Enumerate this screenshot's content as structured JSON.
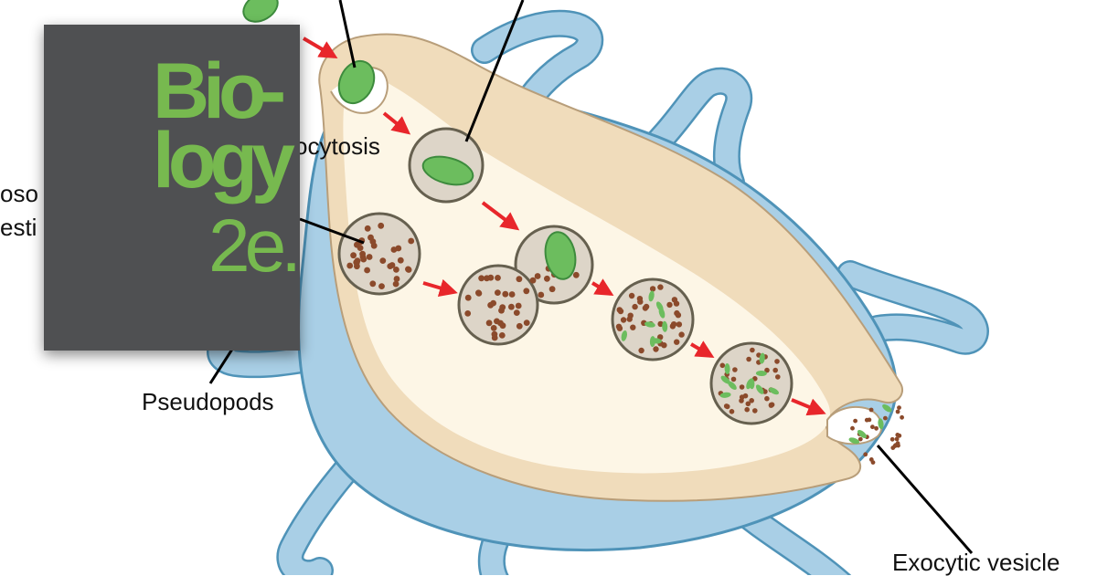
{
  "labels": {
    "endocytosis_partial": "ocytosis",
    "pseudopods": "Pseudopods",
    "exocytic_vesicle": "Exocytic vesicle",
    "lysosome_partial_1": "oso",
    "lysosome_partial_2": "esti"
  },
  "book_cover": {
    "line1": "Bio-",
    "line2": "logy",
    "edition": "2e."
  },
  "colors": {
    "cell_outer": "#a9cfe6",
    "cell_outline": "#4f93b8",
    "cytoplasm": "#f0dcbb",
    "cytoplasm_light": "#fdf6e6",
    "vesicle_fill": "#ddd5c8",
    "vesicle_outline": "#66604f",
    "food_green": "#6cbd5e",
    "food_green_dark": "#3d8b3d",
    "particle_brown": "#8b4a2b",
    "arrow_red": "#e8262b",
    "book_bg": "#4f5052",
    "book_text": "#77b94f"
  }
}
